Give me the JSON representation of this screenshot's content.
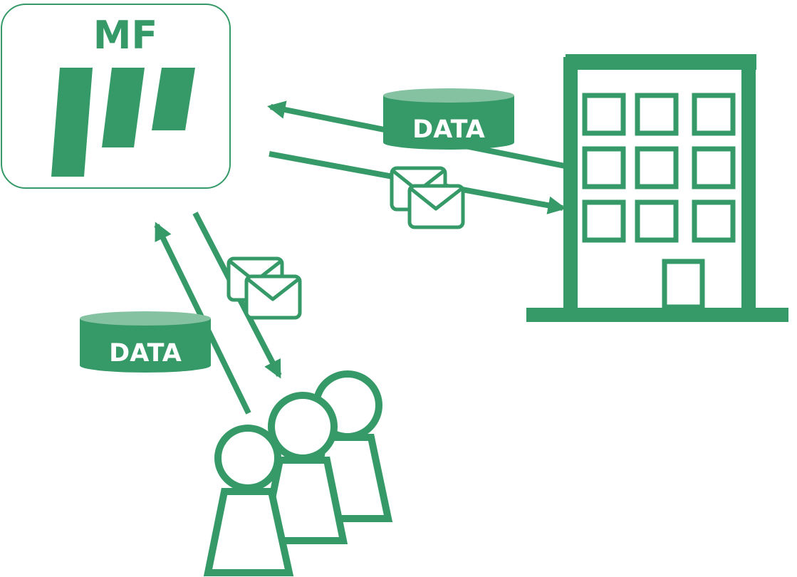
{
  "logo": {
    "text": "MF"
  },
  "data_labels": {
    "top": "DATA",
    "left": "DATA"
  },
  "colors": {
    "primary": "#359A67",
    "light": "#85C2A2",
    "background": "#FFFFFF"
  },
  "icons": {
    "logo": "mf-logo-icon",
    "building": "building-icon",
    "people": "people-group-icon",
    "mail": "envelope-icon",
    "data": "database-icon"
  }
}
